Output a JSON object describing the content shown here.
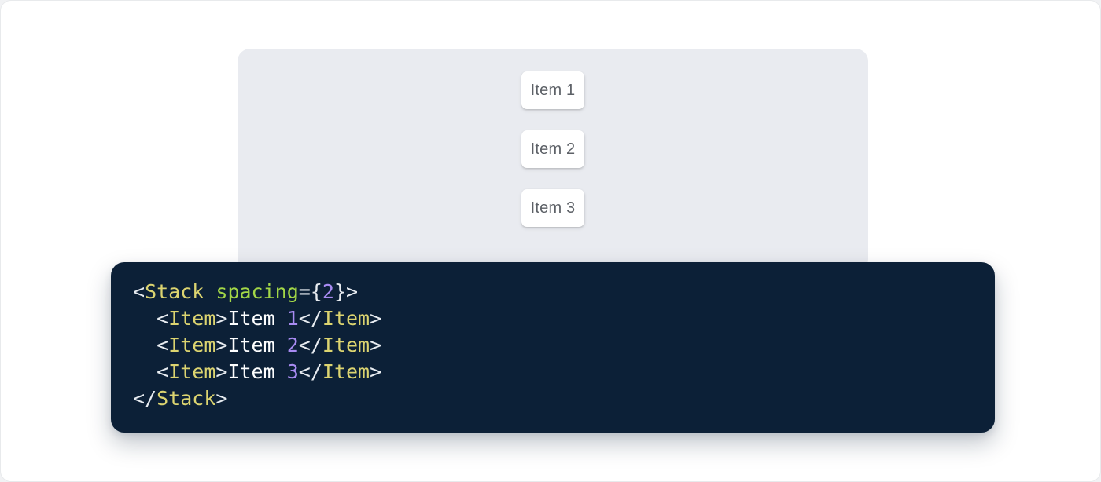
{
  "window": {
    "surface_bg": "#ffffff",
    "outside_bg": "#f1f2f4",
    "border_color": "#e8eaec"
  },
  "demo": {
    "panel_bg": "#e9ebf0",
    "item_bg": "#ffffff",
    "item_text_color": "#5d6167",
    "items": [
      "Item 1",
      "Item 2",
      "Item 3"
    ]
  },
  "code": {
    "bg": "#0c2037",
    "source": "<Stack spacing={2}>\n  <Item>Item 1</Item>\n  <Item>Item 2</Item>\n  <Item>Item 3</Item>\n</Stack>",
    "token_colors": {
      "punct": "#e8ecf1",
      "plain": "#fdfeff",
      "tag": "#dcd470",
      "attr": "#a3d747",
      "num": "#a88bf2"
    },
    "lines": [
      [
        {
          "t": "punct",
          "v": "<"
        },
        {
          "t": "tag",
          "v": "Stack"
        },
        {
          "t": "plain",
          "v": " "
        },
        {
          "t": "attr",
          "v": "spacing"
        },
        {
          "t": "punct",
          "v": "="
        },
        {
          "t": "punct",
          "v": "{"
        },
        {
          "t": "num",
          "v": "2"
        },
        {
          "t": "punct",
          "v": "}"
        },
        {
          "t": "punct",
          "v": ">"
        }
      ],
      [
        {
          "t": "plain",
          "v": "  "
        },
        {
          "t": "punct",
          "v": "<"
        },
        {
          "t": "tag",
          "v": "Item"
        },
        {
          "t": "punct",
          "v": ">"
        },
        {
          "t": "plain",
          "v": "Item "
        },
        {
          "t": "num",
          "v": "1"
        },
        {
          "t": "punct",
          "v": "</"
        },
        {
          "t": "tag",
          "v": "Item"
        },
        {
          "t": "punct",
          "v": ">"
        }
      ],
      [
        {
          "t": "plain",
          "v": "  "
        },
        {
          "t": "punct",
          "v": "<"
        },
        {
          "t": "tag",
          "v": "Item"
        },
        {
          "t": "punct",
          "v": ">"
        },
        {
          "t": "plain",
          "v": "Item "
        },
        {
          "t": "num",
          "v": "2"
        },
        {
          "t": "punct",
          "v": "</"
        },
        {
          "t": "tag",
          "v": "Item"
        },
        {
          "t": "punct",
          "v": ">"
        }
      ],
      [
        {
          "t": "plain",
          "v": "  "
        },
        {
          "t": "punct",
          "v": "<"
        },
        {
          "t": "tag",
          "v": "Item"
        },
        {
          "t": "punct",
          "v": ">"
        },
        {
          "t": "plain",
          "v": "Item "
        },
        {
          "t": "num",
          "v": "3"
        },
        {
          "t": "punct",
          "v": "</"
        },
        {
          "t": "tag",
          "v": "Item"
        },
        {
          "t": "punct",
          "v": ">"
        }
      ],
      [
        {
          "t": "punct",
          "v": "</"
        },
        {
          "t": "tag",
          "v": "Stack"
        },
        {
          "t": "punct",
          "v": ">"
        }
      ]
    ]
  }
}
